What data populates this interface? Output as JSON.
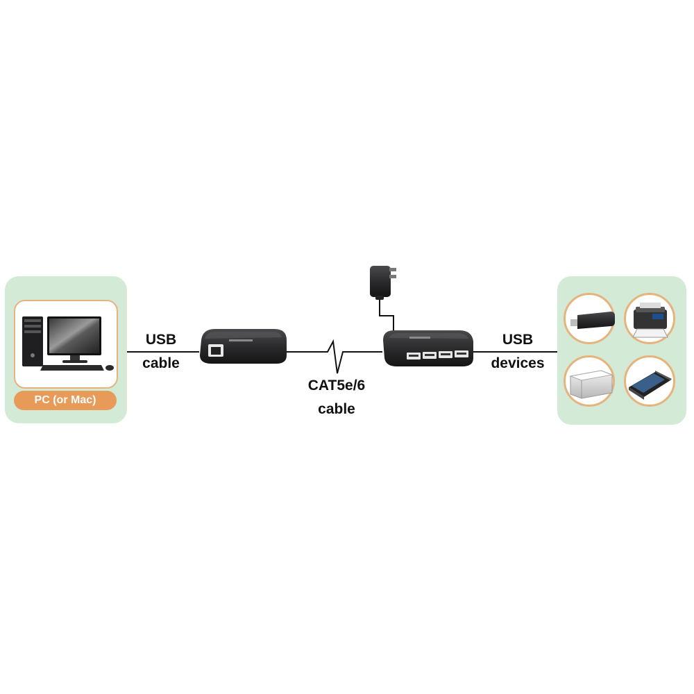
{
  "colors": {
    "panel_green": "#d3ead7",
    "accent_orange": "#e89a58",
    "card_border": "#e7b37d",
    "device_dark": "#2b2b2d",
    "line": "#111111"
  },
  "pc": {
    "label": "PC (or Mac)",
    "icon": "desktop-computer-icon"
  },
  "usb_cable": {
    "line1": "USB",
    "line2": "cable"
  },
  "cat_cable": {
    "line1": "CAT5e/6",
    "line2": "cable"
  },
  "usb_devices": {
    "line1": "USB",
    "line2": "devices",
    "items": [
      {
        "icon": "usb-flash-drive-icon"
      },
      {
        "icon": "printer-icon"
      },
      {
        "icon": "external-hard-drive-icon"
      },
      {
        "icon": "scanner-icon"
      }
    ]
  },
  "local_unit": {
    "icon": "rj45-transmitter-icon"
  },
  "remote_unit": {
    "icon": "usb-hub-receiver-icon",
    "ports": 4
  },
  "power_adapter": {
    "icon": "power-adapter-icon"
  }
}
